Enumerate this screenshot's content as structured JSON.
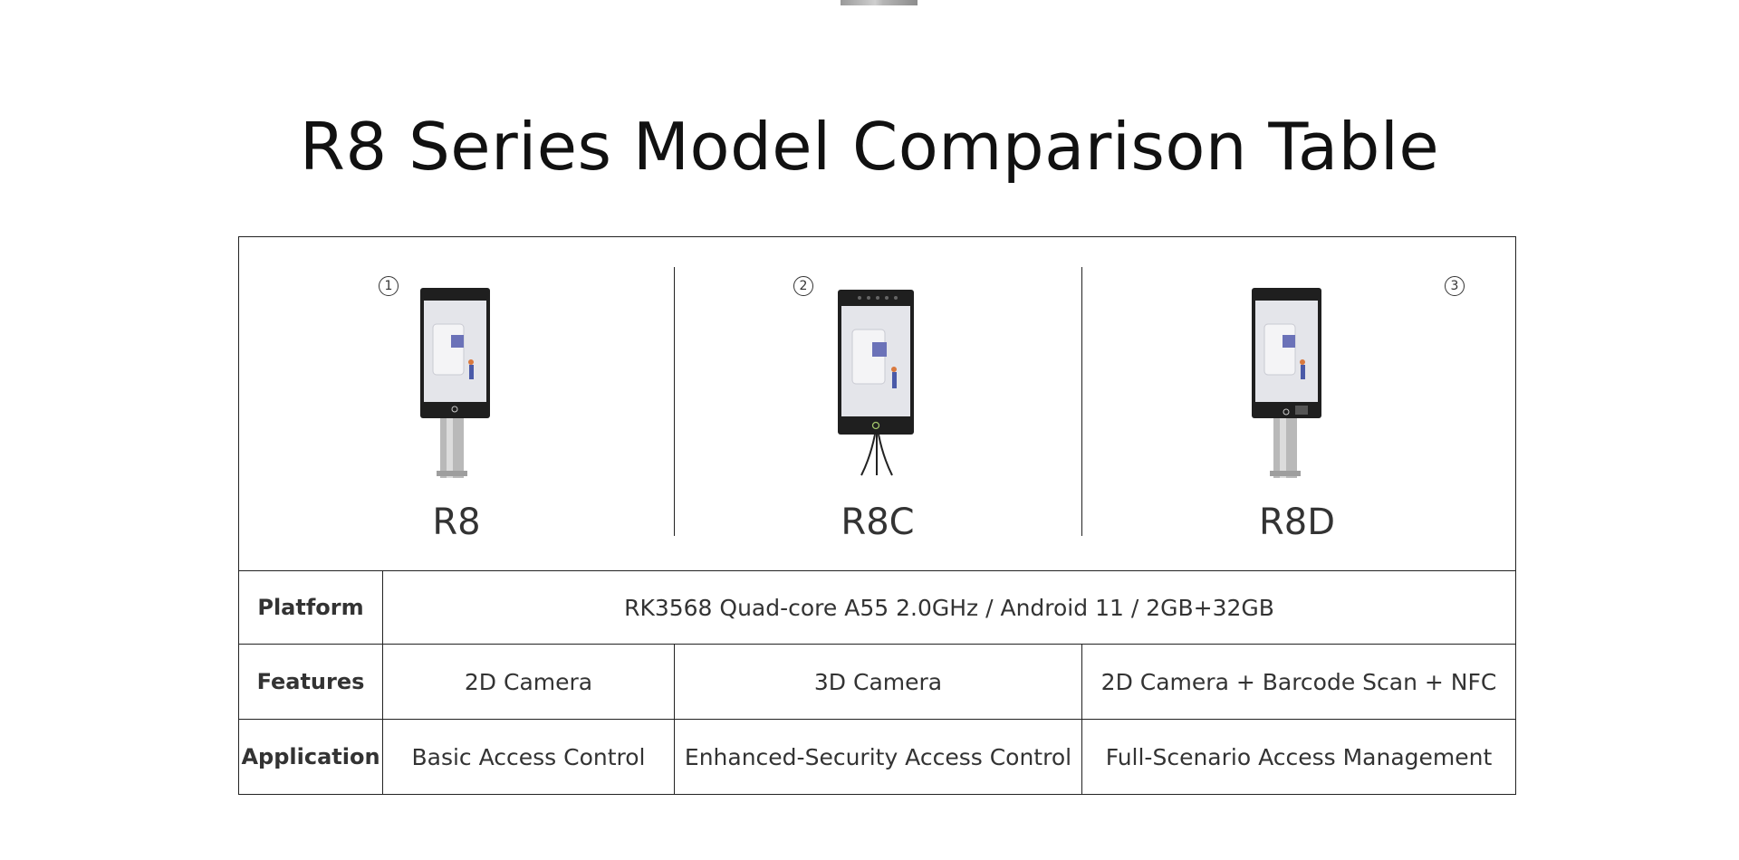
{
  "page": {
    "title": "R8 Series Model Comparison Table"
  },
  "products": [
    {
      "number": "1",
      "name": "R8"
    },
    {
      "number": "2",
      "name": "R8C"
    },
    {
      "number": "3",
      "name": "R8D"
    }
  ],
  "rows": {
    "platform": {
      "label": "Platform",
      "value": "RK3568 Quad-core A55 2.0GHz / Android 11 / 2GB+32GB"
    },
    "features": {
      "label": "Features",
      "values": [
        "2D Camera",
        "3D Camera",
        "2D Camera + Barcode Scan + NFC"
      ]
    },
    "application": {
      "label": "Application",
      "values": [
        "Basic Access Control",
        "Enhanced-Security Access Control",
        "Full-Scenario Access Management"
      ]
    }
  },
  "colors": {
    "border": "#222222",
    "text": "#333333",
    "title": "#111111"
  }
}
